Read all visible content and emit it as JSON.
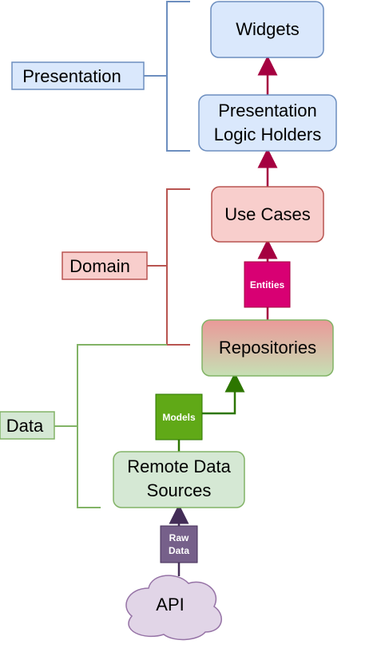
{
  "layers": {
    "presentation": "Presentation",
    "domain": "Domain",
    "data": "Data"
  },
  "nodes": {
    "widgets": "Widgets",
    "logic_holders_line1": "Presentation",
    "logic_holders_line2": "Logic Holders",
    "use_cases": "Use Cases",
    "repositories": "Repositories",
    "remote_line1": "Remote Data",
    "remote_line2": "Sources",
    "api": "API"
  },
  "edge_labels": {
    "entities": "Entities",
    "models": "Models",
    "raw_line1": "Raw",
    "raw_line2": "Data"
  },
  "colors": {
    "presentation_fill": "#dae8fc",
    "presentation_stroke": "#6c8ebf",
    "domain_fill": "#f8cecc",
    "domain_stroke": "#b85450",
    "data_fill": "#d5e8d4",
    "data_stroke": "#82b366",
    "arrow_top": "#a50040",
    "entities_fill": "#d80073",
    "models_fill": "#60a917",
    "models_arrow": "#2d7600",
    "raw_fill": "#76608a",
    "raw_arrow": "#432d57",
    "api_fill": "#e1d5e7",
    "api_stroke": "#9673a6"
  }
}
